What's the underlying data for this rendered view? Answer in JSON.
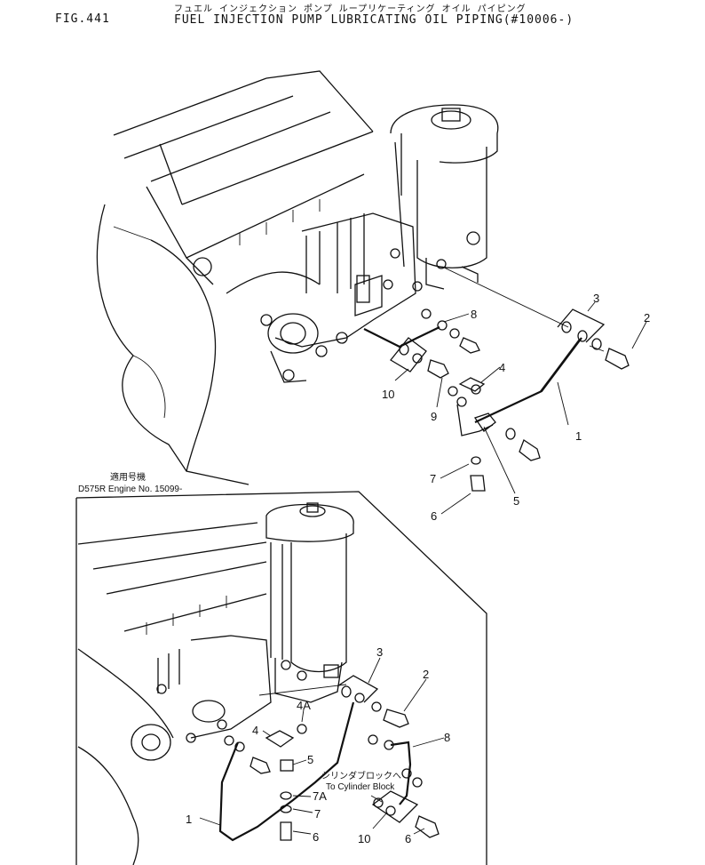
{
  "header": {
    "fig_label": "FIG.441",
    "title_jp": "フュエル インジェクション ポンプ ループリケーティング オイル パイピング",
    "title_en": "FUEL INJECTION PUMP LUBRICATING OIL PIPING(#10006-)"
  },
  "upper_view": {
    "callouts": [
      "1",
      "2",
      "3",
      "4",
      "5",
      "6",
      "7",
      "8",
      "9",
      "10"
    ]
  },
  "inset": {
    "applicability_jp": "適用号機",
    "applicability": "D575R Engine No. 15099-",
    "destination_jp": "シリンダブロックへ",
    "destination_en": "To Cylinder Block",
    "callouts": [
      "1",
      "2",
      "3",
      "4",
      "4A",
      "5",
      "6",
      "7",
      "7A",
      "8",
      "10",
      "6"
    ]
  }
}
